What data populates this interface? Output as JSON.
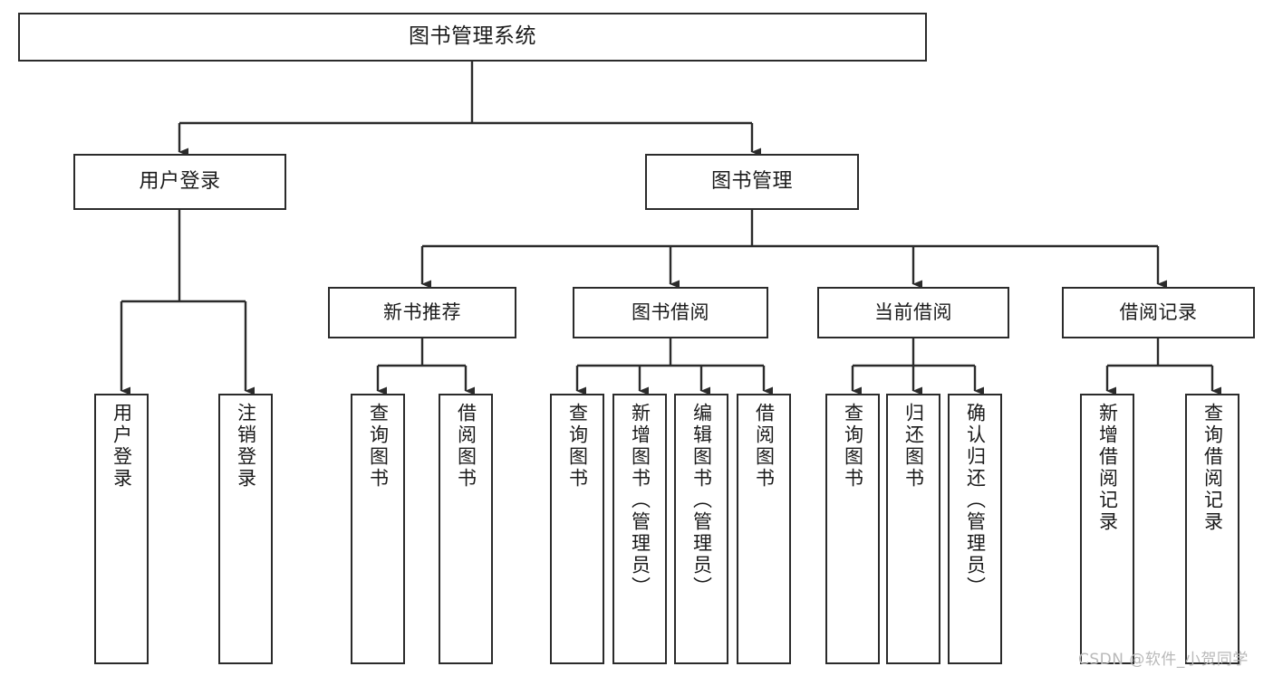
{
  "diagram": {
    "title": "图书管理系统",
    "type": "tree-hierarchy",
    "background_color": "#ffffff",
    "box_border_color": "#2b2b2b",
    "connector_color": "#2b2b2b",
    "watermark": "CSDN @软件_小贺同学",
    "watermark_color": "#b9b9b9"
  },
  "nodes": {
    "root": {
      "label": "图书管理系统"
    },
    "level2": [
      {
        "id": "user-login",
        "label": "用户登录"
      },
      {
        "id": "book-management",
        "label": "图书管理"
      }
    ],
    "level3": [
      {
        "id": "new-book-recommend",
        "label": "新书推荐"
      },
      {
        "id": "book-borrow",
        "label": "图书借阅"
      },
      {
        "id": "current-borrow",
        "label": "当前借阅"
      },
      {
        "id": "borrow-record",
        "label": "借阅记录"
      }
    ],
    "leaves": [
      {
        "id": "leaf-user-login",
        "parent": "user-login",
        "label": "用户登录"
      },
      {
        "id": "leaf-logout",
        "parent": "user-login",
        "label": "注销登录"
      },
      {
        "id": "leaf-query-book-1",
        "parent": "new-book-recommend",
        "label": "查询图书"
      },
      {
        "id": "leaf-borrow-book-1",
        "parent": "new-book-recommend",
        "label": "借阅图书"
      },
      {
        "id": "leaf-query-book-2",
        "parent": "book-borrow",
        "label": "查询图书"
      },
      {
        "id": "leaf-add-book",
        "parent": "book-borrow",
        "label": "新增图书（管理员）"
      },
      {
        "id": "leaf-edit-book",
        "parent": "book-borrow",
        "label": "编辑图书（管理员）"
      },
      {
        "id": "leaf-borrow-book-2",
        "parent": "book-borrow",
        "label": "借阅图书"
      },
      {
        "id": "leaf-query-book-3",
        "parent": "current-borrow",
        "label": "查询图书"
      },
      {
        "id": "leaf-return-book",
        "parent": "current-borrow",
        "label": "归还图书"
      },
      {
        "id": "leaf-confirm-return",
        "parent": "current-borrow",
        "label": "确认归还（管理员）"
      },
      {
        "id": "leaf-add-record",
        "parent": "borrow-record",
        "label": "新增借阅记录"
      },
      {
        "id": "leaf-query-record",
        "parent": "borrow-record",
        "label": "查询借阅记录"
      }
    ]
  }
}
